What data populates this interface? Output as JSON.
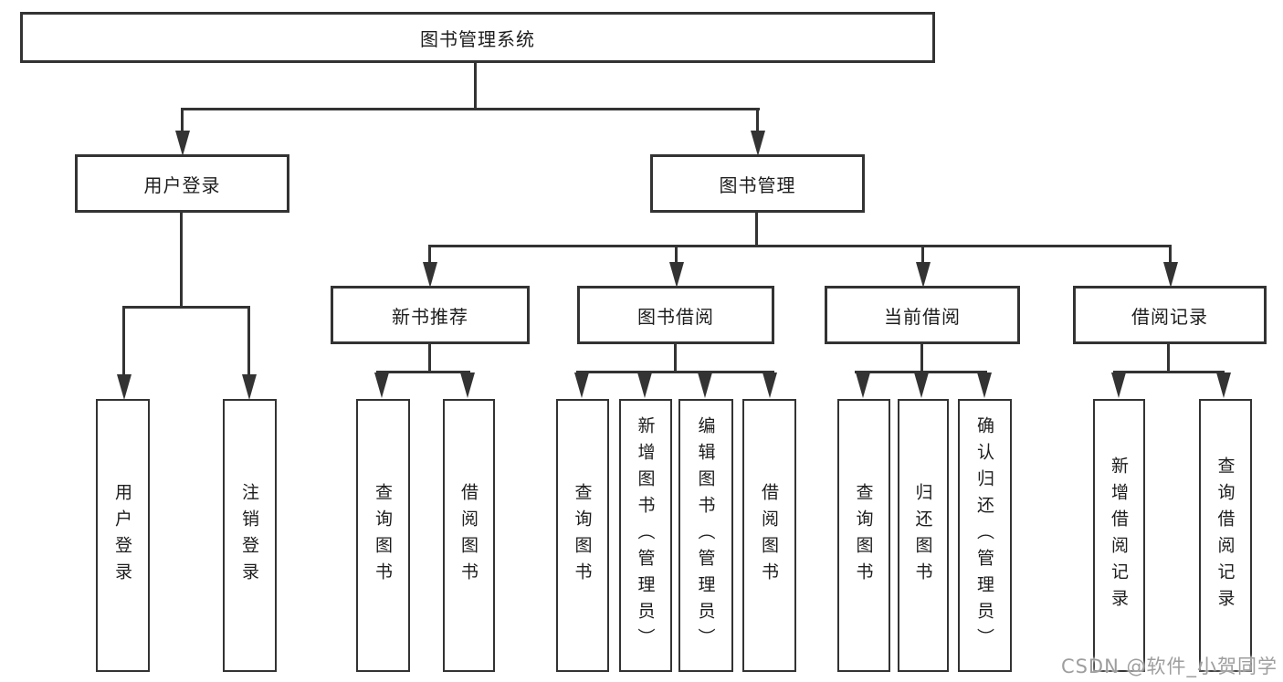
{
  "tree": {
    "label": "图书管理系统",
    "children": [
      {
        "label": "用户登录",
        "children": [
          {
            "label": "用户登录"
          },
          {
            "label": "注销登录"
          }
        ]
      },
      {
        "label": "图书管理",
        "children": [
          {
            "label": "新书推荐",
            "children": [
              {
                "label": "查询图书"
              },
              {
                "label": "借阅图书"
              }
            ]
          },
          {
            "label": "图书借阅",
            "children": [
              {
                "label": "查询图书"
              },
              {
                "label": "新增图书（管理员）"
              },
              {
                "label": "编辑图书（管理员）"
              },
              {
                "label": "借阅图书"
              }
            ]
          },
          {
            "label": "当前借阅",
            "children": [
              {
                "label": "查询图书"
              },
              {
                "label": "归还图书"
              },
              {
                "label": "确认归还（管理员）"
              }
            ]
          },
          {
            "label": "借阅记录",
            "children": [
              {
                "label": "新增借阅记录"
              },
              {
                "label": "查询借阅记录"
              }
            ]
          }
        ]
      }
    ]
  },
  "watermark": {
    "text": "CSDN @软件_小贺同学"
  },
  "colors": {
    "line": "#333333",
    "box_border": "#333333",
    "text": "#1d1d1d",
    "background": "#ffffff",
    "watermark": "#9e9e9e"
  }
}
